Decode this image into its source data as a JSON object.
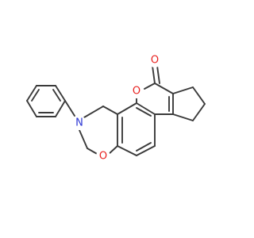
{
  "atoms": {
    "ring_oxygen": {
      "symbol": "O",
      "color": "#e8211f"
    },
    "carbonyl_oxygen": {
      "symbol": "O",
      "color": "#e8211f"
    },
    "oxazine_oxygen": {
      "symbol": "O",
      "color": "#e8211f"
    },
    "nitrogen": {
      "symbol": "N",
      "color": "#2b35d4"
    }
  },
  "colors": {
    "bond": "#3a3a3a"
  }
}
